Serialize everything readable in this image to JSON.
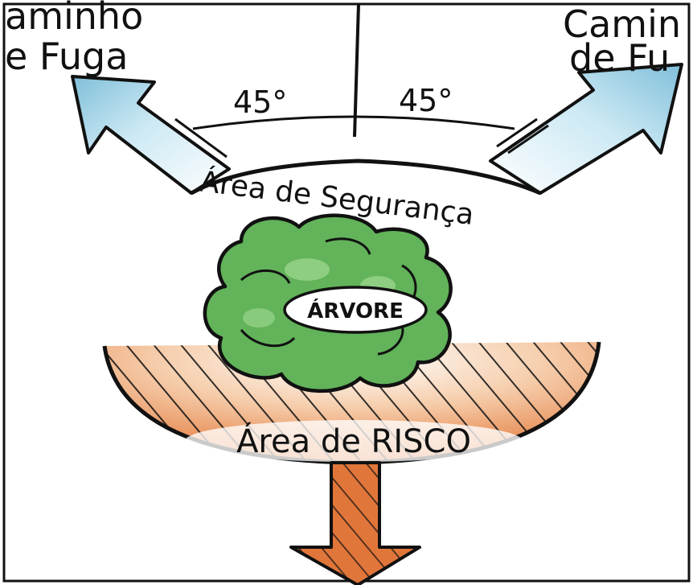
{
  "colors": {
    "arrow_blue_light": "#e6f4fb",
    "arrow_blue": "#8cc8e0",
    "tree_green": "#5fb158",
    "tree_green_light": "#8fd27f",
    "risk_orange": "#e0773a",
    "risk_orange_light": "#f6c9a8",
    "ink": "#111111"
  },
  "labels": {
    "escape_left_line1": "aminho",
    "escape_left_line2": "e Fuga",
    "escape_right_line1": "Camin",
    "escape_right_line2": "de Fu",
    "angle_left": "45°",
    "angle_right": "45°",
    "safety_area": "Área de Segurança",
    "tree": "ÁRVORE",
    "risk_area": "Área de RISCO"
  },
  "icons": {
    "left_arrow": "arrow-up-left-icon",
    "right_arrow": "arrow-up-right-icon",
    "tree": "tree-icon",
    "down_arrow": "arrow-down-icon"
  }
}
